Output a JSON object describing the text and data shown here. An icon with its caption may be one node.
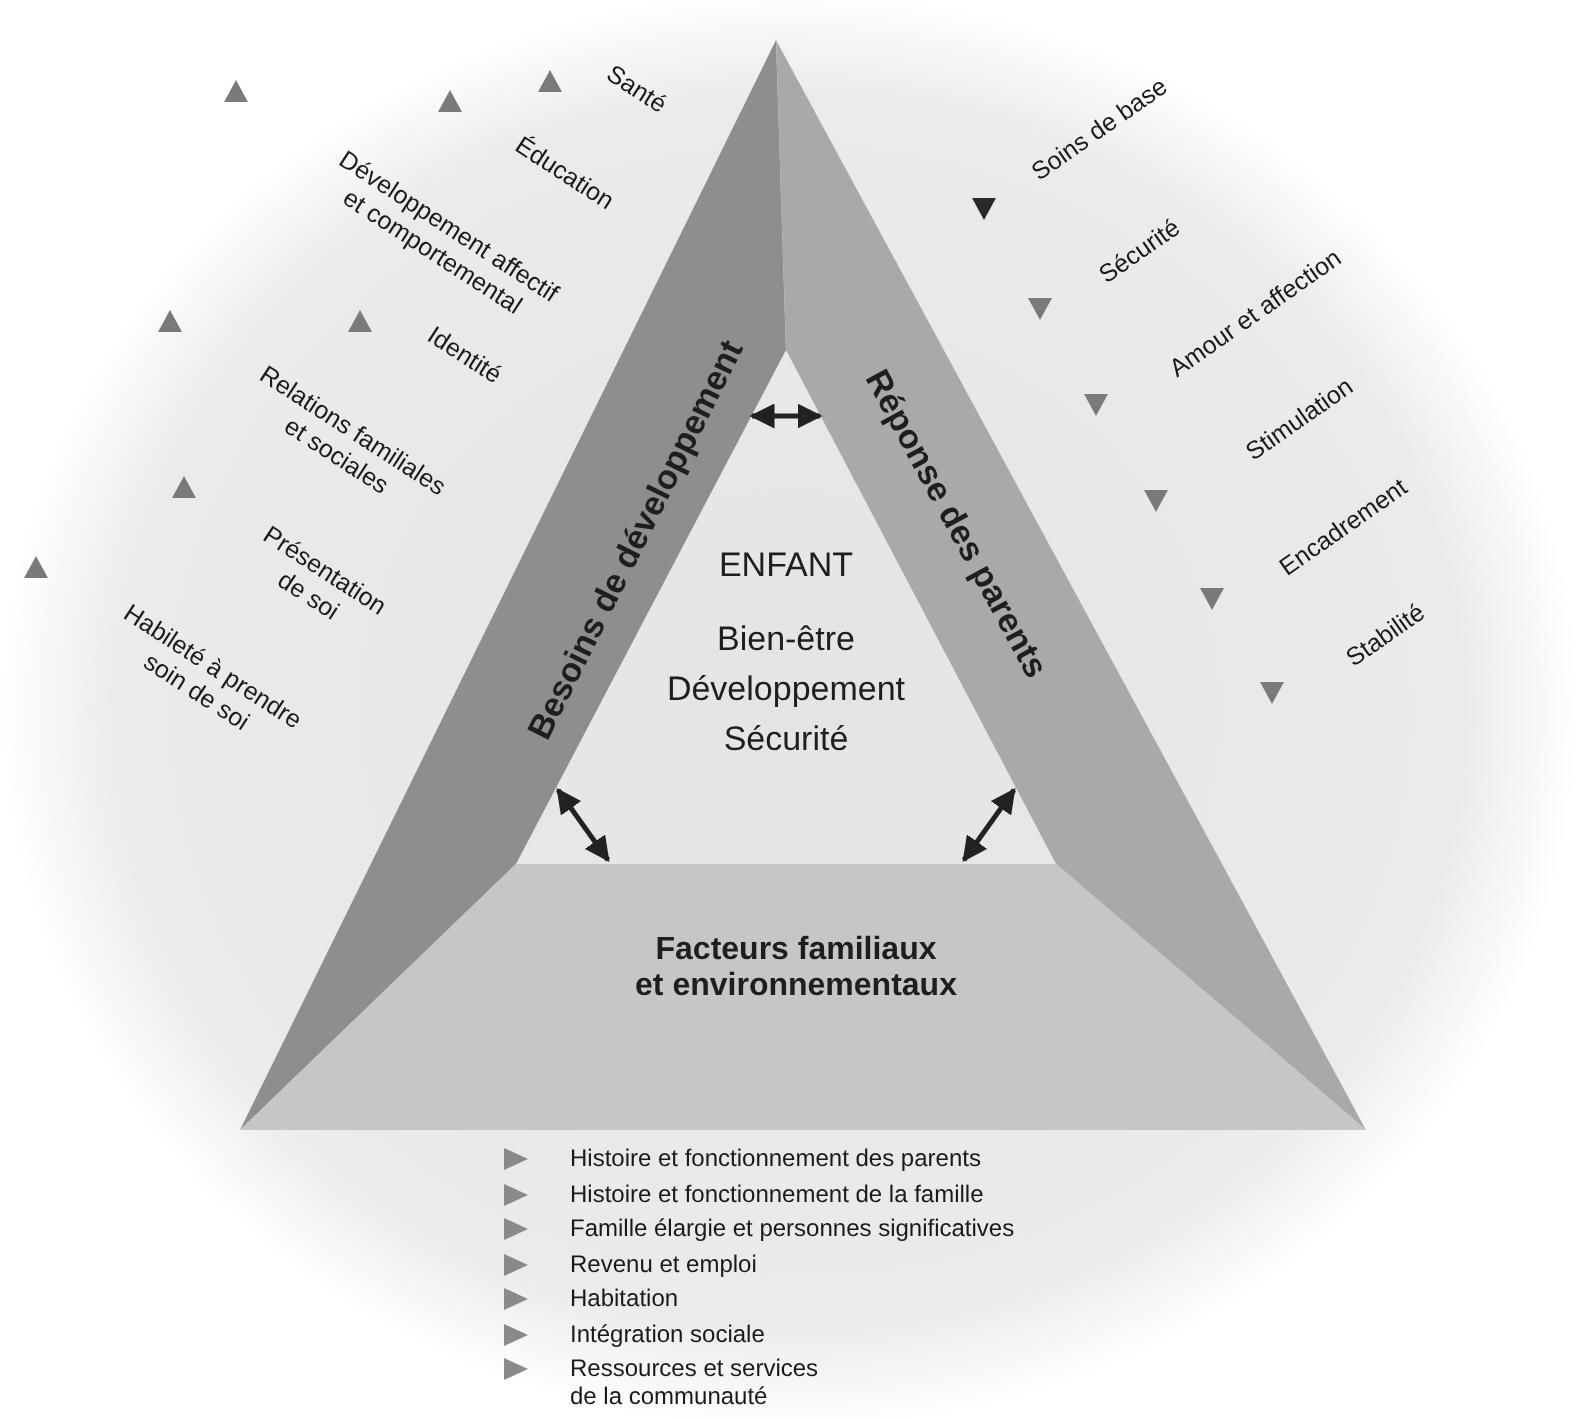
{
  "diagram": {
    "nodes": [
      {
        "text": [
          "ENFANT",
          "Bien-être",
          "Développement",
          "Sécurité"
        ]
      },
      {
        "text": [
          "Besoins de développement"
        ]
      },
      {
        "text": [
          "Réponse des parents"
        ]
      },
      {
        "text": [
          "Facteurs familiaux et environnementaux"
        ]
      }
    ],
    "edges": [
      {
        "from": 1,
        "to": 2,
        "arrow": "both"
      },
      {
        "from": 1,
        "to": 3,
        "arrow": "both"
      },
      {
        "from": 2,
        "to": 3,
        "arrow": "both"
      }
    ],
    "labels": [
      "Santé",
      "Éducation",
      "Développement affectif et comportemental",
      "Identité",
      "Relations familiales et sociales",
      "Présentation de soi",
      "Habileté à prendre soin de soi",
      "Soins de base",
      "Sécurité",
      "Amour et affection",
      "Stimulation",
      "Encadrement",
      "Stabilité",
      "Histoire et fonctionnement des parents",
      "Histoire et fonctionnement de la famille",
      "Famille élargie et personnes significatives",
      "Revenu et emploi",
      "Habitation",
      "Intégration sociale",
      "Ressources et services de la communauté"
    ]
  }
}
